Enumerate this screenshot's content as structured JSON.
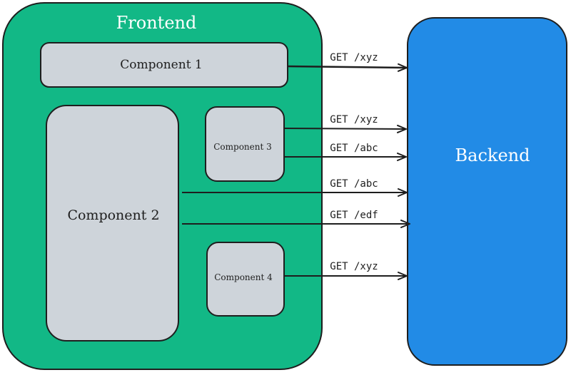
{
  "diagram": {
    "frontend": {
      "title": "Frontend",
      "fill": "#12b886",
      "title_color": "#ffffff"
    },
    "backend": {
      "title": "Backend",
      "fill": "#228be6",
      "title_color": "#ffffff"
    },
    "components": [
      {
        "label": "Component 1"
      },
      {
        "label": "Component 2"
      },
      {
        "label": "Component 3"
      },
      {
        "label": "Component 4"
      }
    ],
    "component_fill": "#ced4da",
    "stroke_color": "#1e1e1e",
    "requests": [
      {
        "label": "GET /xyz"
      },
      {
        "label": "GET /xyz"
      },
      {
        "label": "GET /abc"
      },
      {
        "label": "GET /abc"
      },
      {
        "label": "GET /edf"
      },
      {
        "label": "GET /xyz"
      }
    ]
  }
}
